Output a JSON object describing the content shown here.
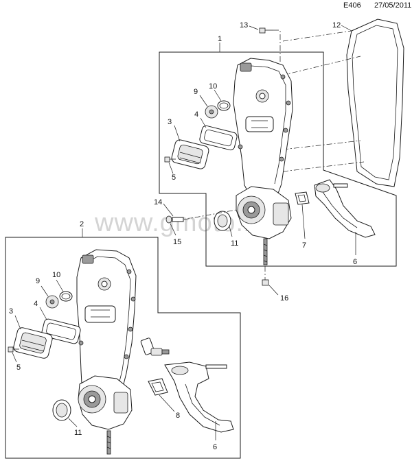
{
  "header": {
    "code": "E406",
    "date": "27/05/2011"
  },
  "watermark": "www.gmoto.ru",
  "callouts": {
    "n1": "1",
    "n2": "2",
    "a13": "13",
    "a12": "12",
    "a9": "9",
    "a10": "10",
    "a4": "4",
    "a3": "3",
    "a5": "5",
    "a14": "14",
    "a15": "15",
    "a11": "11",
    "a7": "7",
    "a6": "6",
    "a16": "16",
    "b9": "9",
    "b10": "10",
    "b4": "4",
    "b3": "3",
    "b5": "5",
    "b8": "8",
    "b11": "11",
    "b6": "6"
  }
}
